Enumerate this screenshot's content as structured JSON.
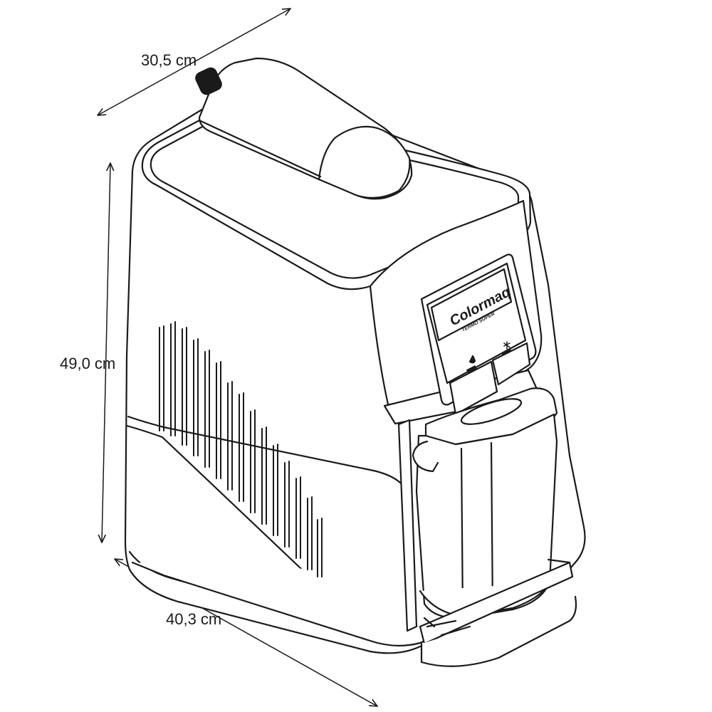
{
  "dimensions": {
    "depth": "30,5 cm",
    "height": "49,0 cm",
    "width": "40,3 cm"
  },
  "brand": {
    "name": "Colormaq",
    "subtitle": "TERMO SUPER"
  },
  "colors": {
    "line": "#1a1a1a",
    "fill": "#ffffff"
  }
}
